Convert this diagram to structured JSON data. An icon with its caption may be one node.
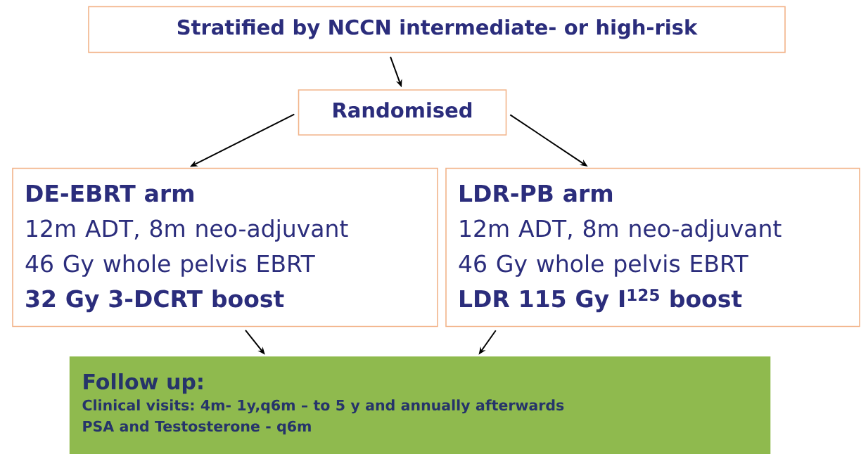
{
  "diagram": {
    "nodes": [
      {
        "text": [
          "Stratified by NCCN intermediate- or high-risk"
        ]
      },
      {
        "text": [
          "Randomised"
        ]
      },
      {
        "text": [
          "DE-EBRT arm",
          "12m ADT, 8m neo-adjuvant",
          "46 Gy whole pelvis EBRT",
          "32 Gy 3-DCRT boost"
        ]
      },
      {
        "text": [
          "LDR-PB arm",
          "12m ADT, 8m neo-adjuvant",
          "46 Gy whole pelvis EBRT",
          "LDR 115 Gy I$^{125}$ boost"
        ]
      },
      {
        "text": [
          "Follow up:",
          "Clinical visits: 4m- 1y,q6m – to 5 y and annually afterwards",
          "PSA and Testosterone - q6m"
        ]
      }
    ],
    "edges": [
      {
        "from": 0,
        "to": 1,
        "arrow": "to"
      },
      {
        "from": 1,
        "to": 2,
        "arrow": "to"
      },
      {
        "from": 1,
        "to": 3,
        "arrow": "to"
      },
      {
        "from": 2,
        "to": 4,
        "arrow": "to"
      },
      {
        "from": 3,
        "to": 4,
        "arrow": "to"
      }
    ]
  }
}
